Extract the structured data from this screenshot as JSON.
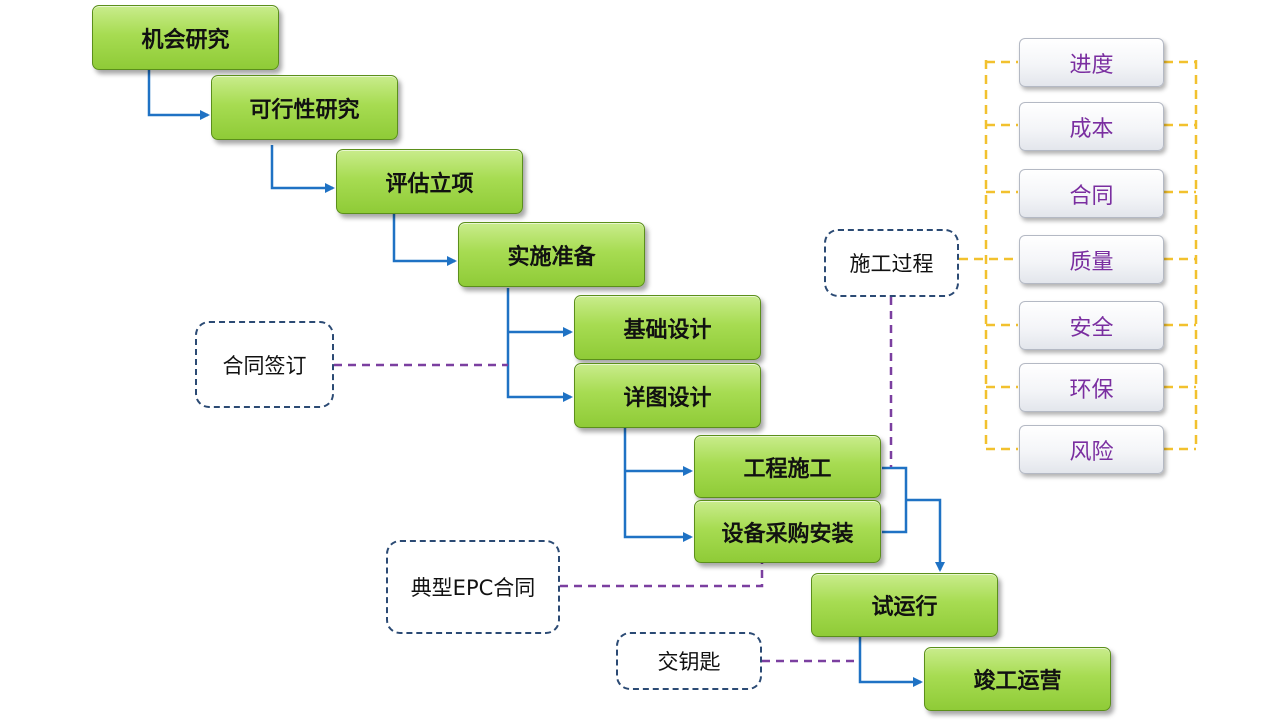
{
  "stages": {
    "opportunity": "机会研究",
    "feasibility": "可行性研究",
    "evaluation": "评估立项",
    "preparation": "实施准备",
    "basic_design": "基础设计",
    "detail_design": "详图设计",
    "construction": "工程施工",
    "procurement": "设备采购安装",
    "trial_run": "试运行",
    "operation": "竣工运营"
  },
  "notes": {
    "contract_signing": "合同签订",
    "epc_contract": "典型EPC合同",
    "key_handover": "交钥匙",
    "construction_process": "施工过程"
  },
  "controls": [
    "进度",
    "成本",
    "合同",
    "质量",
    "安全",
    "环保",
    "风险"
  ],
  "colors": {
    "stage_fill": "#a7dc52",
    "arrow": "#1f72c4",
    "note_link": "#7b3fa0",
    "control_bracket": "#f2c12e",
    "control_text": "#7a2ea0",
    "note_border": "#2b4a74"
  }
}
